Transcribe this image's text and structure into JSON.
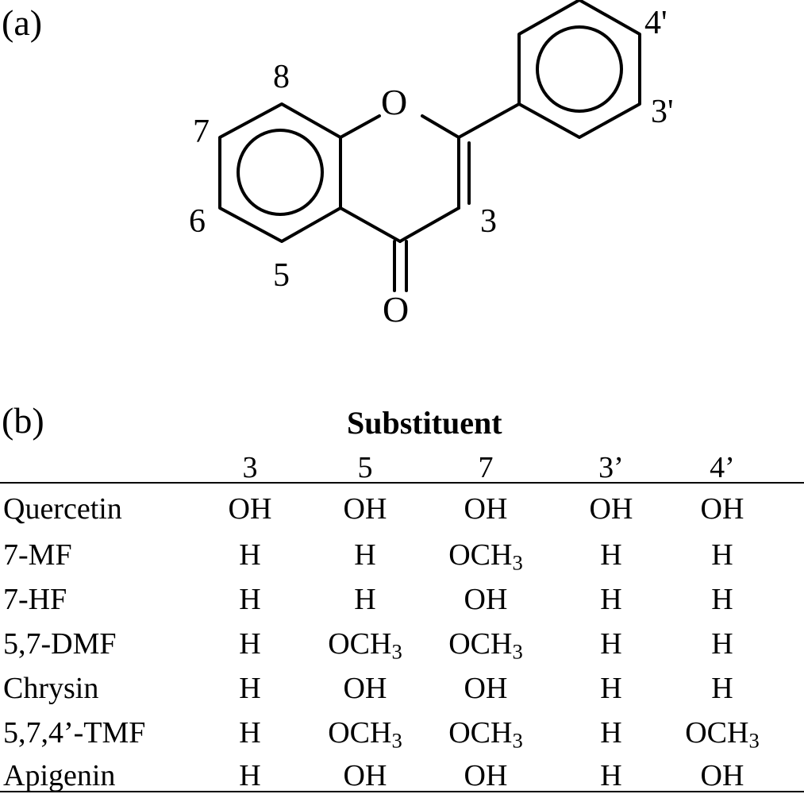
{
  "panel_a": {
    "label": "(a)",
    "atoms": {
      "ring_oxygen": "O",
      "carbonyl_oxygen": "O"
    },
    "positions": [
      "8",
      "7",
      "6",
      "5",
      "3",
      "3'",
      "4'"
    ]
  },
  "panel_b": {
    "label": "(b)",
    "header": "Substituent",
    "columns": [
      "3",
      "5",
      "7",
      "3’",
      "4’"
    ],
    "rows": [
      {
        "name": "Quercetin",
        "cells": [
          "OH",
          "OH",
          "OH",
          "OH",
          "OH"
        ]
      },
      {
        "name": "7-MF",
        "cells": [
          "H",
          "H",
          "OCH3",
          "H",
          "H"
        ]
      },
      {
        "name": "7-HF",
        "cells": [
          "H",
          "H",
          "OH",
          "H",
          "H"
        ]
      },
      {
        "name": "5,7-DMF",
        "cells": [
          "H",
          "OCH3",
          "OCH3",
          "H",
          "H"
        ]
      },
      {
        "name": "Chrysin",
        "cells": [
          "H",
          "OH",
          "OH",
          "H",
          "H"
        ]
      },
      {
        "name": "5,7,4’-TMF",
        "cells": [
          "H",
          "OCH3",
          "OCH3",
          "H",
          "OCH3"
        ]
      },
      {
        "name": "Apigenin",
        "cells": [
          "H",
          "OH",
          "OH",
          "H",
          "OH"
        ]
      }
    ]
  }
}
